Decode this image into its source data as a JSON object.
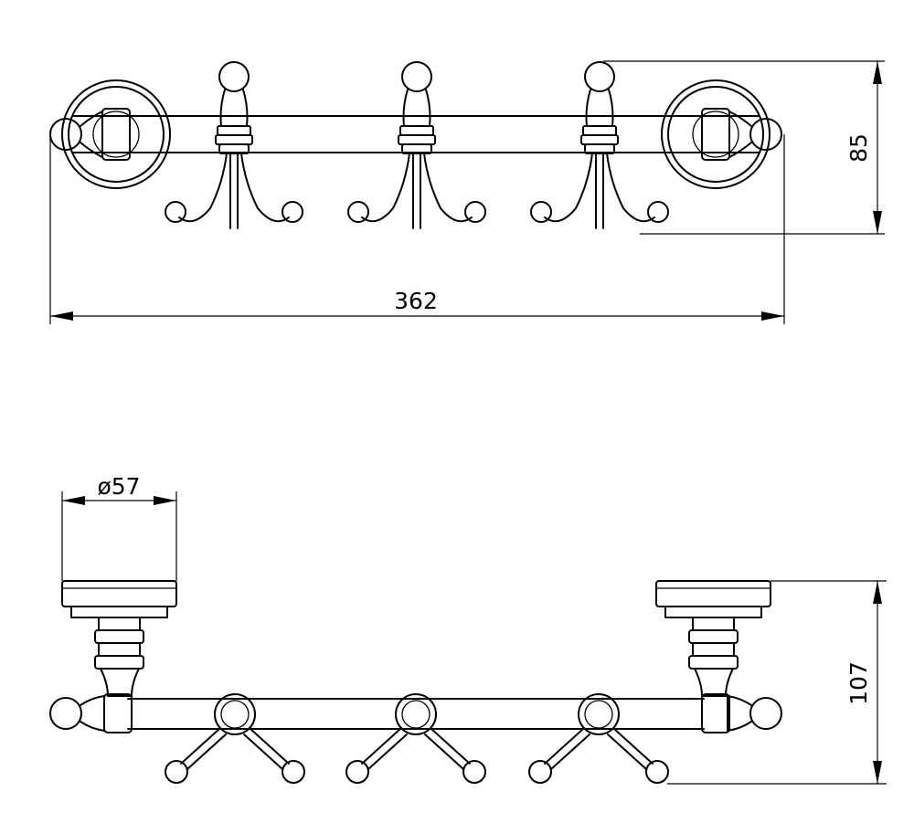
{
  "dimensions": {
    "overall_width": "362",
    "depth_top": "85",
    "rosette_diameter": "ø57",
    "height_front": "107"
  }
}
